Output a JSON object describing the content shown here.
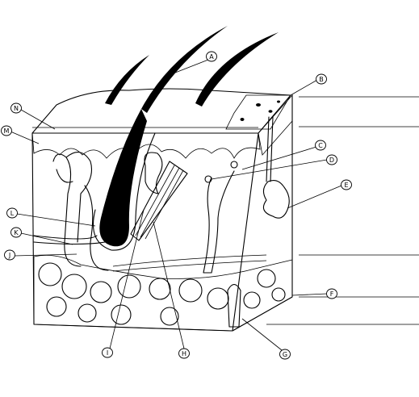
{
  "labels": [
    {
      "id": "A",
      "text": "A",
      "name": "label-a"
    },
    {
      "id": "B",
      "text": "B",
      "name": "label-b"
    },
    {
      "id": "C",
      "text": "C",
      "name": "label-c"
    },
    {
      "id": "D",
      "text": "D",
      "name": "label-d"
    },
    {
      "id": "E",
      "text": "E",
      "name": "label-e"
    },
    {
      "id": "F",
      "text": "F",
      "name": "label-f"
    },
    {
      "id": "G",
      "text": "G",
      "name": "label-g"
    },
    {
      "id": "H",
      "text": "H",
      "name": "label-h"
    },
    {
      "id": "I",
      "text": "I",
      "name": "label-i"
    },
    {
      "id": "J",
      "text": "J",
      "name": "label-j"
    },
    {
      "id": "K",
      "text": "K",
      "name": "label-k"
    },
    {
      "id": "L",
      "text": "L",
      "name": "label-l"
    },
    {
      "id": "M",
      "text": "M",
      "name": "label-m"
    },
    {
      "id": "N",
      "text": "N",
      "name": "label-n"
    }
  ],
  "colors": {
    "ink": "#000000",
    "paper": "#ffffff"
  }
}
